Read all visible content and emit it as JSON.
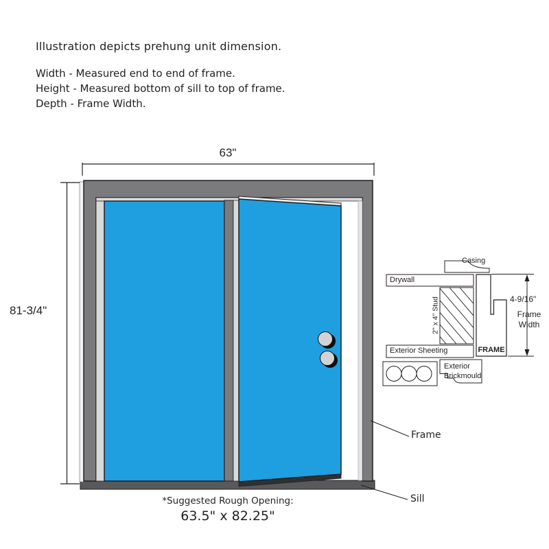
{
  "header": {
    "title": "Illustration depicts prehung unit dimension.",
    "definition_lines": [
      "Width - Measured end to end of frame.",
      "Height - Measured bottom of sill to top of frame.",
      "Depth - Frame Width."
    ]
  },
  "dimensions": {
    "width_label": "63\"",
    "height_label": "81-3/4\""
  },
  "rough_opening": {
    "note": "*Suggested Rough Opening:",
    "size": "63.5\" x 82.25\""
  },
  "callouts": {
    "frame": "Frame",
    "sill": "Sill"
  },
  "cross_section": {
    "casing": "Casing",
    "drywall": "Drywall",
    "stud": "2\" x 4\" Stud",
    "exterior_sheeting": "Exterior Sheeting",
    "frame": "FRAME",
    "exterior_brickmould": "Exterior Brickmould",
    "frame_width_value": "4-9/16\"",
    "frame_width_label": "Frame Width"
  },
  "colors": {
    "door_blue": "#1F9FDF",
    "frame_gray": "#7B7B7D",
    "sill_gray": "#58595B",
    "bevel_light": "#D9DADB",
    "knob_gray": "#D2D3D4",
    "line": "#231F20"
  }
}
